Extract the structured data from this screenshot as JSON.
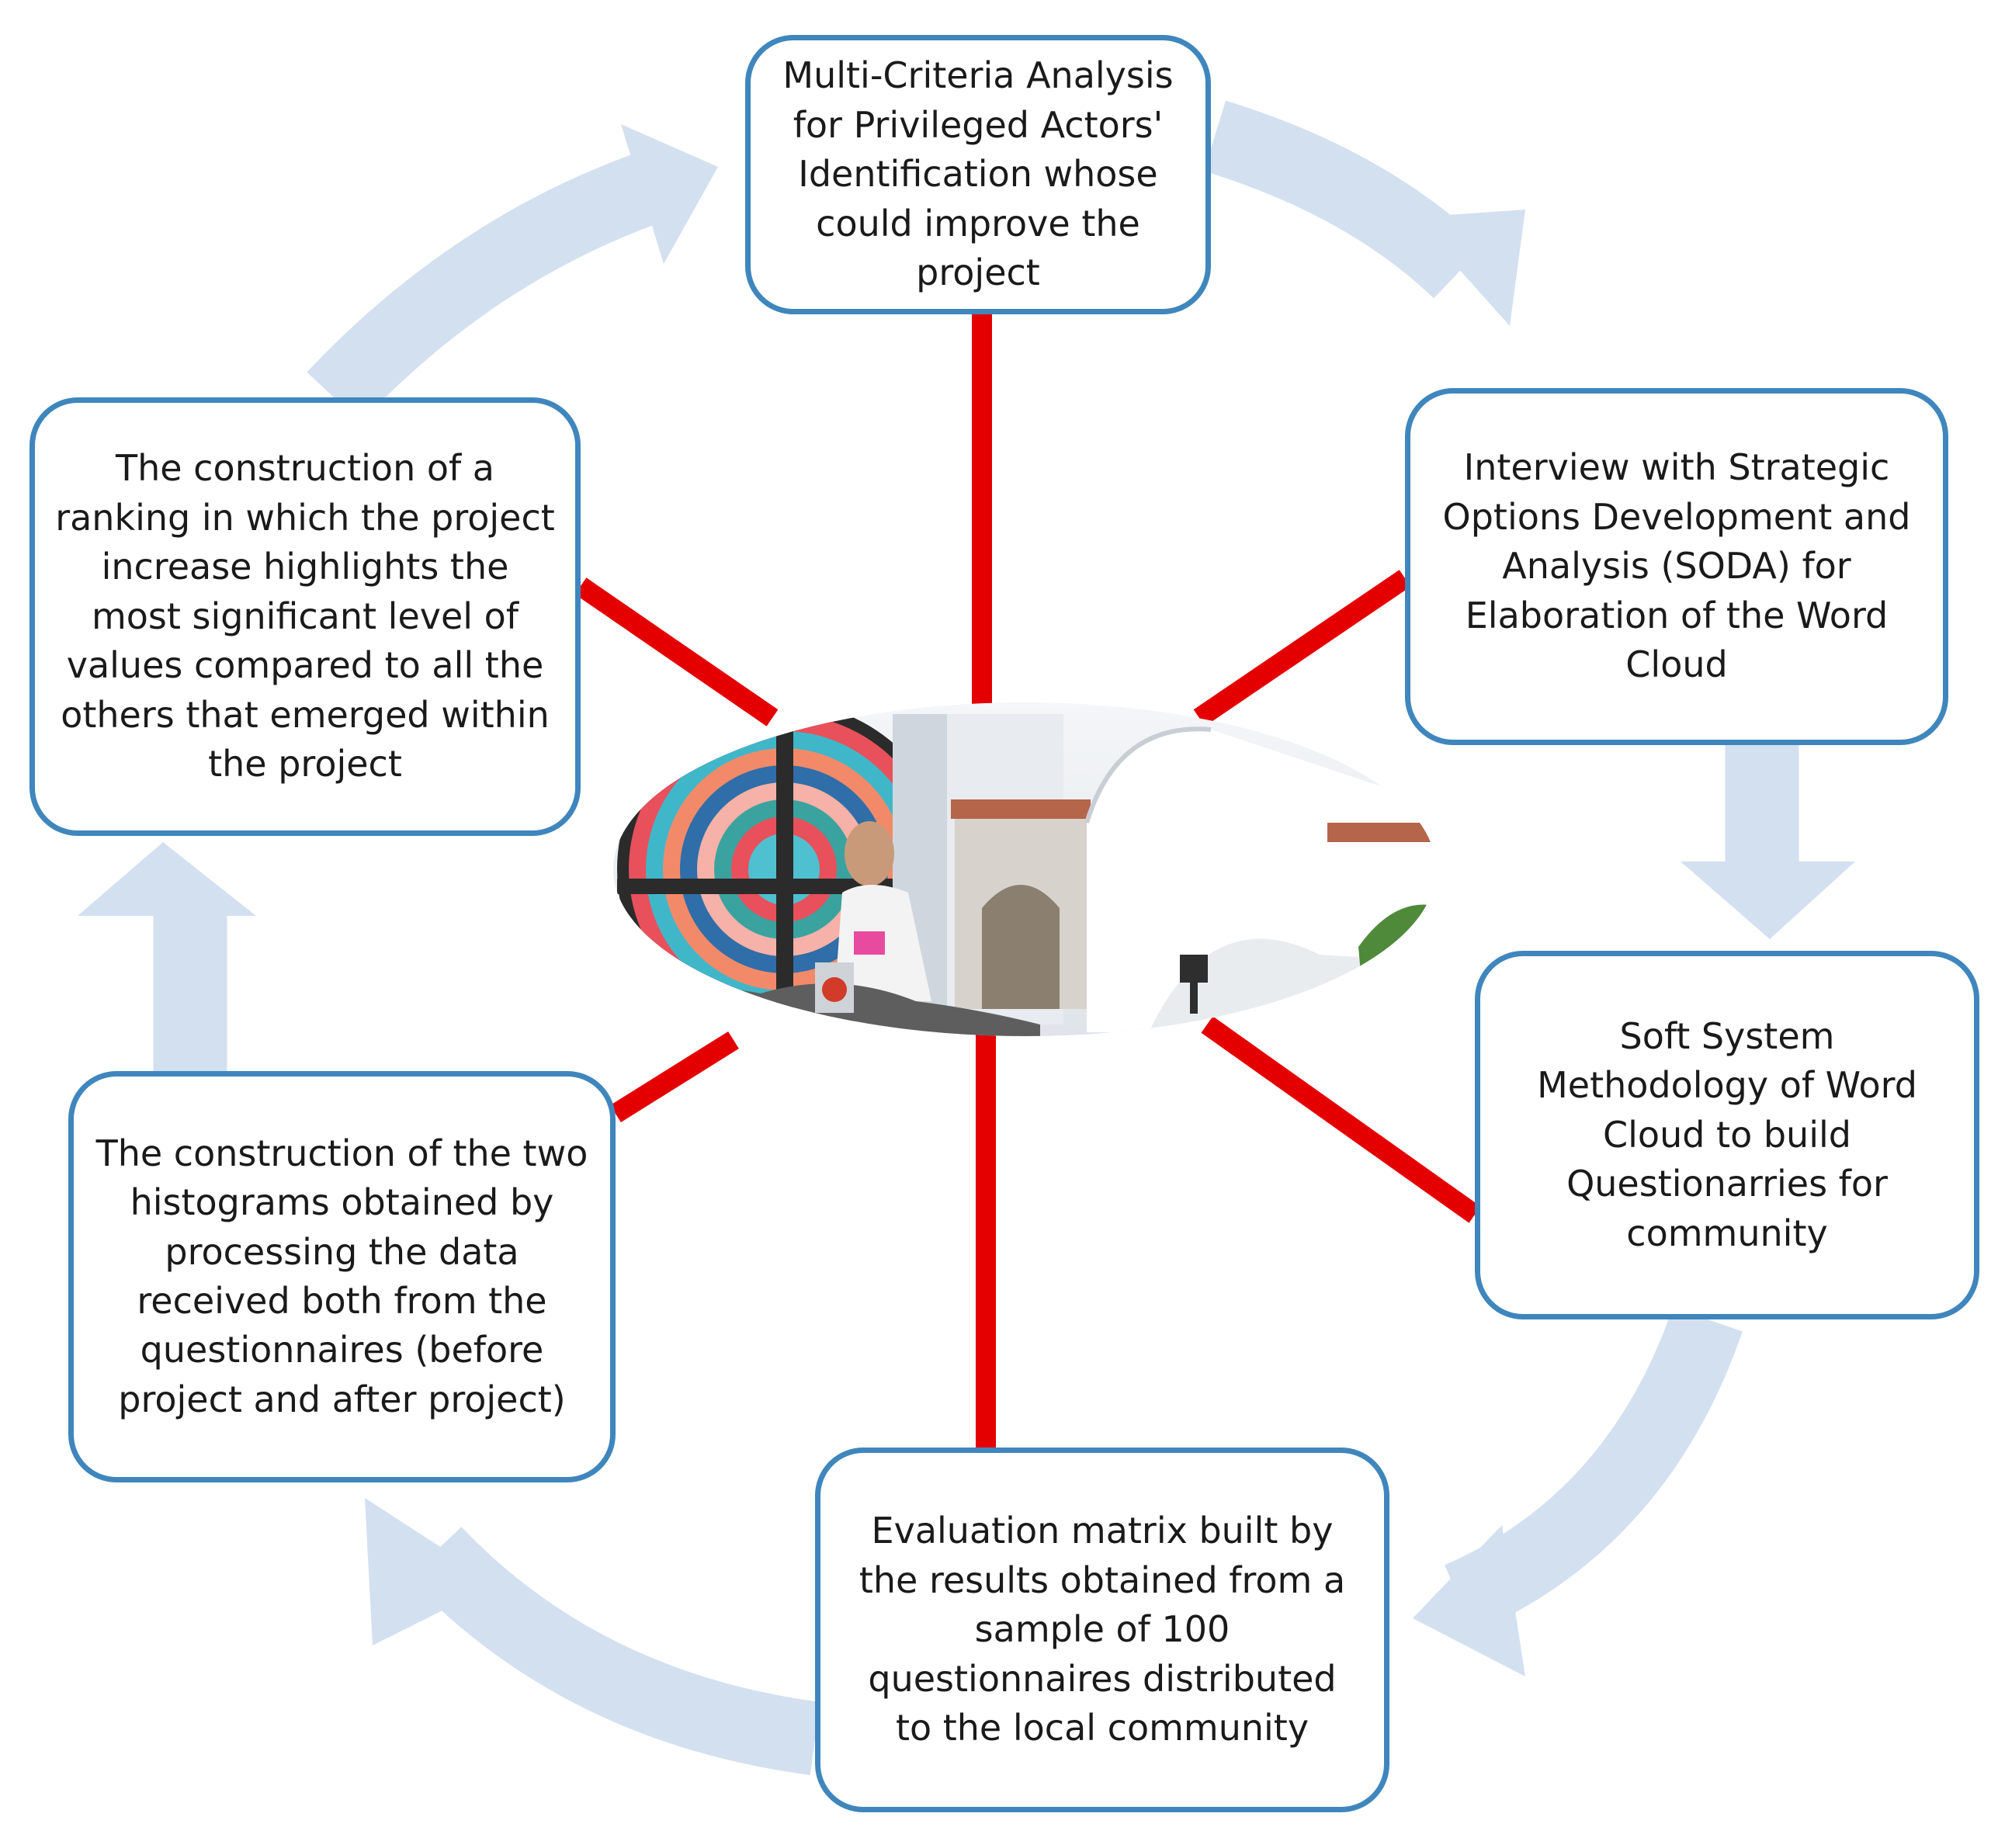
{
  "diagram": {
    "steps": [
      {
        "id": "top",
        "text": "Multi-Criteria Analysis for Privileged Actors' Identification whose could improve the project"
      },
      {
        "id": "right",
        "text": "Interview with Strategic Options Development and Analysis (SODA) for Elaboration of the Word Cloud"
      },
      {
        "id": "lower_right",
        "text": "Soft System Methodology of Word Cloud to build Questionarries for community"
      },
      {
        "id": "bottom",
        "text": "Evaluation matrix built by the results obtained from a sample of 100 questionnaires distributed to the local community"
      },
      {
        "id": "lower_left",
        "text": "The construction of the two histograms obtained by processing the data received both from the questionnaires (before project and after project)"
      },
      {
        "id": "left",
        "text": "The construction of a ranking in which the project increase highlights the most significant level of values compared to all the others that emerged within the project"
      }
    ],
    "flow_direction": "clockwise",
    "colors": {
      "box_border": "#3f86bd",
      "cycle_arrow": "#d3e0f0",
      "connector": "#e40000",
      "text": "#1a1a1a"
    },
    "center_image": {
      "description_icons": [
        "stained-glass-window-icon",
        "person-icon",
        "white-building-icon",
        "lamp-icon"
      ]
    }
  }
}
